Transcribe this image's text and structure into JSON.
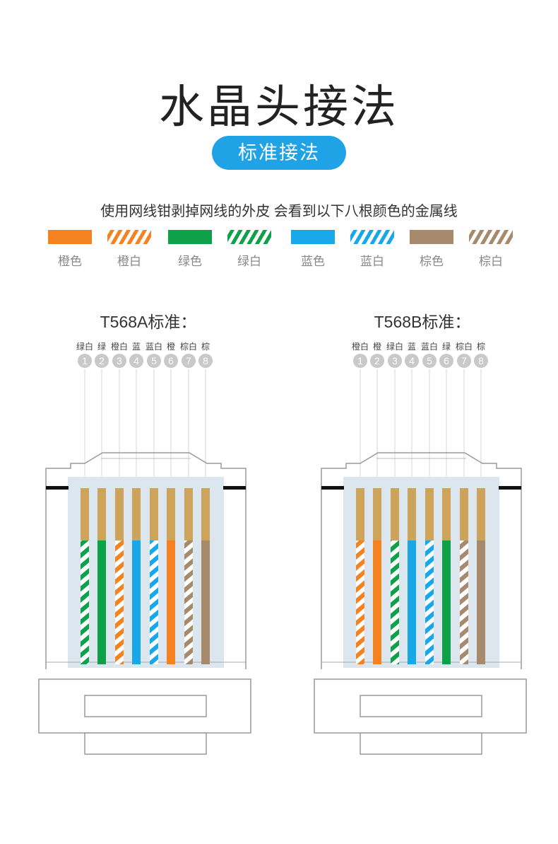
{
  "page": {
    "title": "水晶头接法",
    "badge": "标准接法",
    "intro": "使用网线钳剥掉网线的外皮 会看到以下八根颜色的金属线"
  },
  "colors": {
    "orange": "#f58220",
    "green": "#0fa04a",
    "blue": "#18a7e8",
    "brown": "#a78a6c",
    "gold": "#cda45a",
    "badge": "#1fa3e6"
  },
  "legend": [
    {
      "label": "橙色",
      "color": "orange",
      "striped": false
    },
    {
      "label": "橙白",
      "color": "orange",
      "striped": true
    },
    {
      "label": "绿色",
      "color": "green",
      "striped": false
    },
    {
      "label": "绿白",
      "color": "green",
      "striped": true
    },
    {
      "label": "蓝色",
      "color": "blue",
      "striped": false
    },
    {
      "label": "蓝白",
      "color": "blue",
      "striped": true
    },
    {
      "label": "棕色",
      "color": "brown",
      "striped": false
    },
    {
      "label": "棕白",
      "color": "brown",
      "striped": true
    }
  ],
  "standards": [
    {
      "name": "T568A标准：",
      "pins": [
        {
          "num": "1",
          "label": "绿白",
          "color": "green",
          "striped": true
        },
        {
          "num": "2",
          "label": "绿",
          "color": "green",
          "striped": false
        },
        {
          "num": "3",
          "label": "橙白",
          "color": "orange",
          "striped": true
        },
        {
          "num": "4",
          "label": "蓝",
          "color": "blue",
          "striped": false
        },
        {
          "num": "5",
          "label": "蓝白",
          "color": "blue",
          "striped": true
        },
        {
          "num": "6",
          "label": "橙",
          "color": "orange",
          "striped": false
        },
        {
          "num": "7",
          "label": "棕白",
          "color": "brown",
          "striped": true
        },
        {
          "num": "8",
          "label": "棕",
          "color": "brown",
          "striped": false
        }
      ]
    },
    {
      "name": "T568B标准：",
      "pins": [
        {
          "num": "1",
          "label": "橙白",
          "color": "orange",
          "striped": true
        },
        {
          "num": "2",
          "label": "橙",
          "color": "orange",
          "striped": false
        },
        {
          "num": "3",
          "label": "绿白",
          "color": "green",
          "striped": true
        },
        {
          "num": "4",
          "label": "蓝",
          "color": "blue",
          "striped": false
        },
        {
          "num": "5",
          "label": "蓝白",
          "color": "blue",
          "striped": true
        },
        {
          "num": "6",
          "label": "绿",
          "color": "green",
          "striped": false
        },
        {
          "num": "7",
          "label": "棕白",
          "color": "brown",
          "striped": true
        },
        {
          "num": "8",
          "label": "棕",
          "color": "brown",
          "striped": false
        }
      ]
    }
  ]
}
